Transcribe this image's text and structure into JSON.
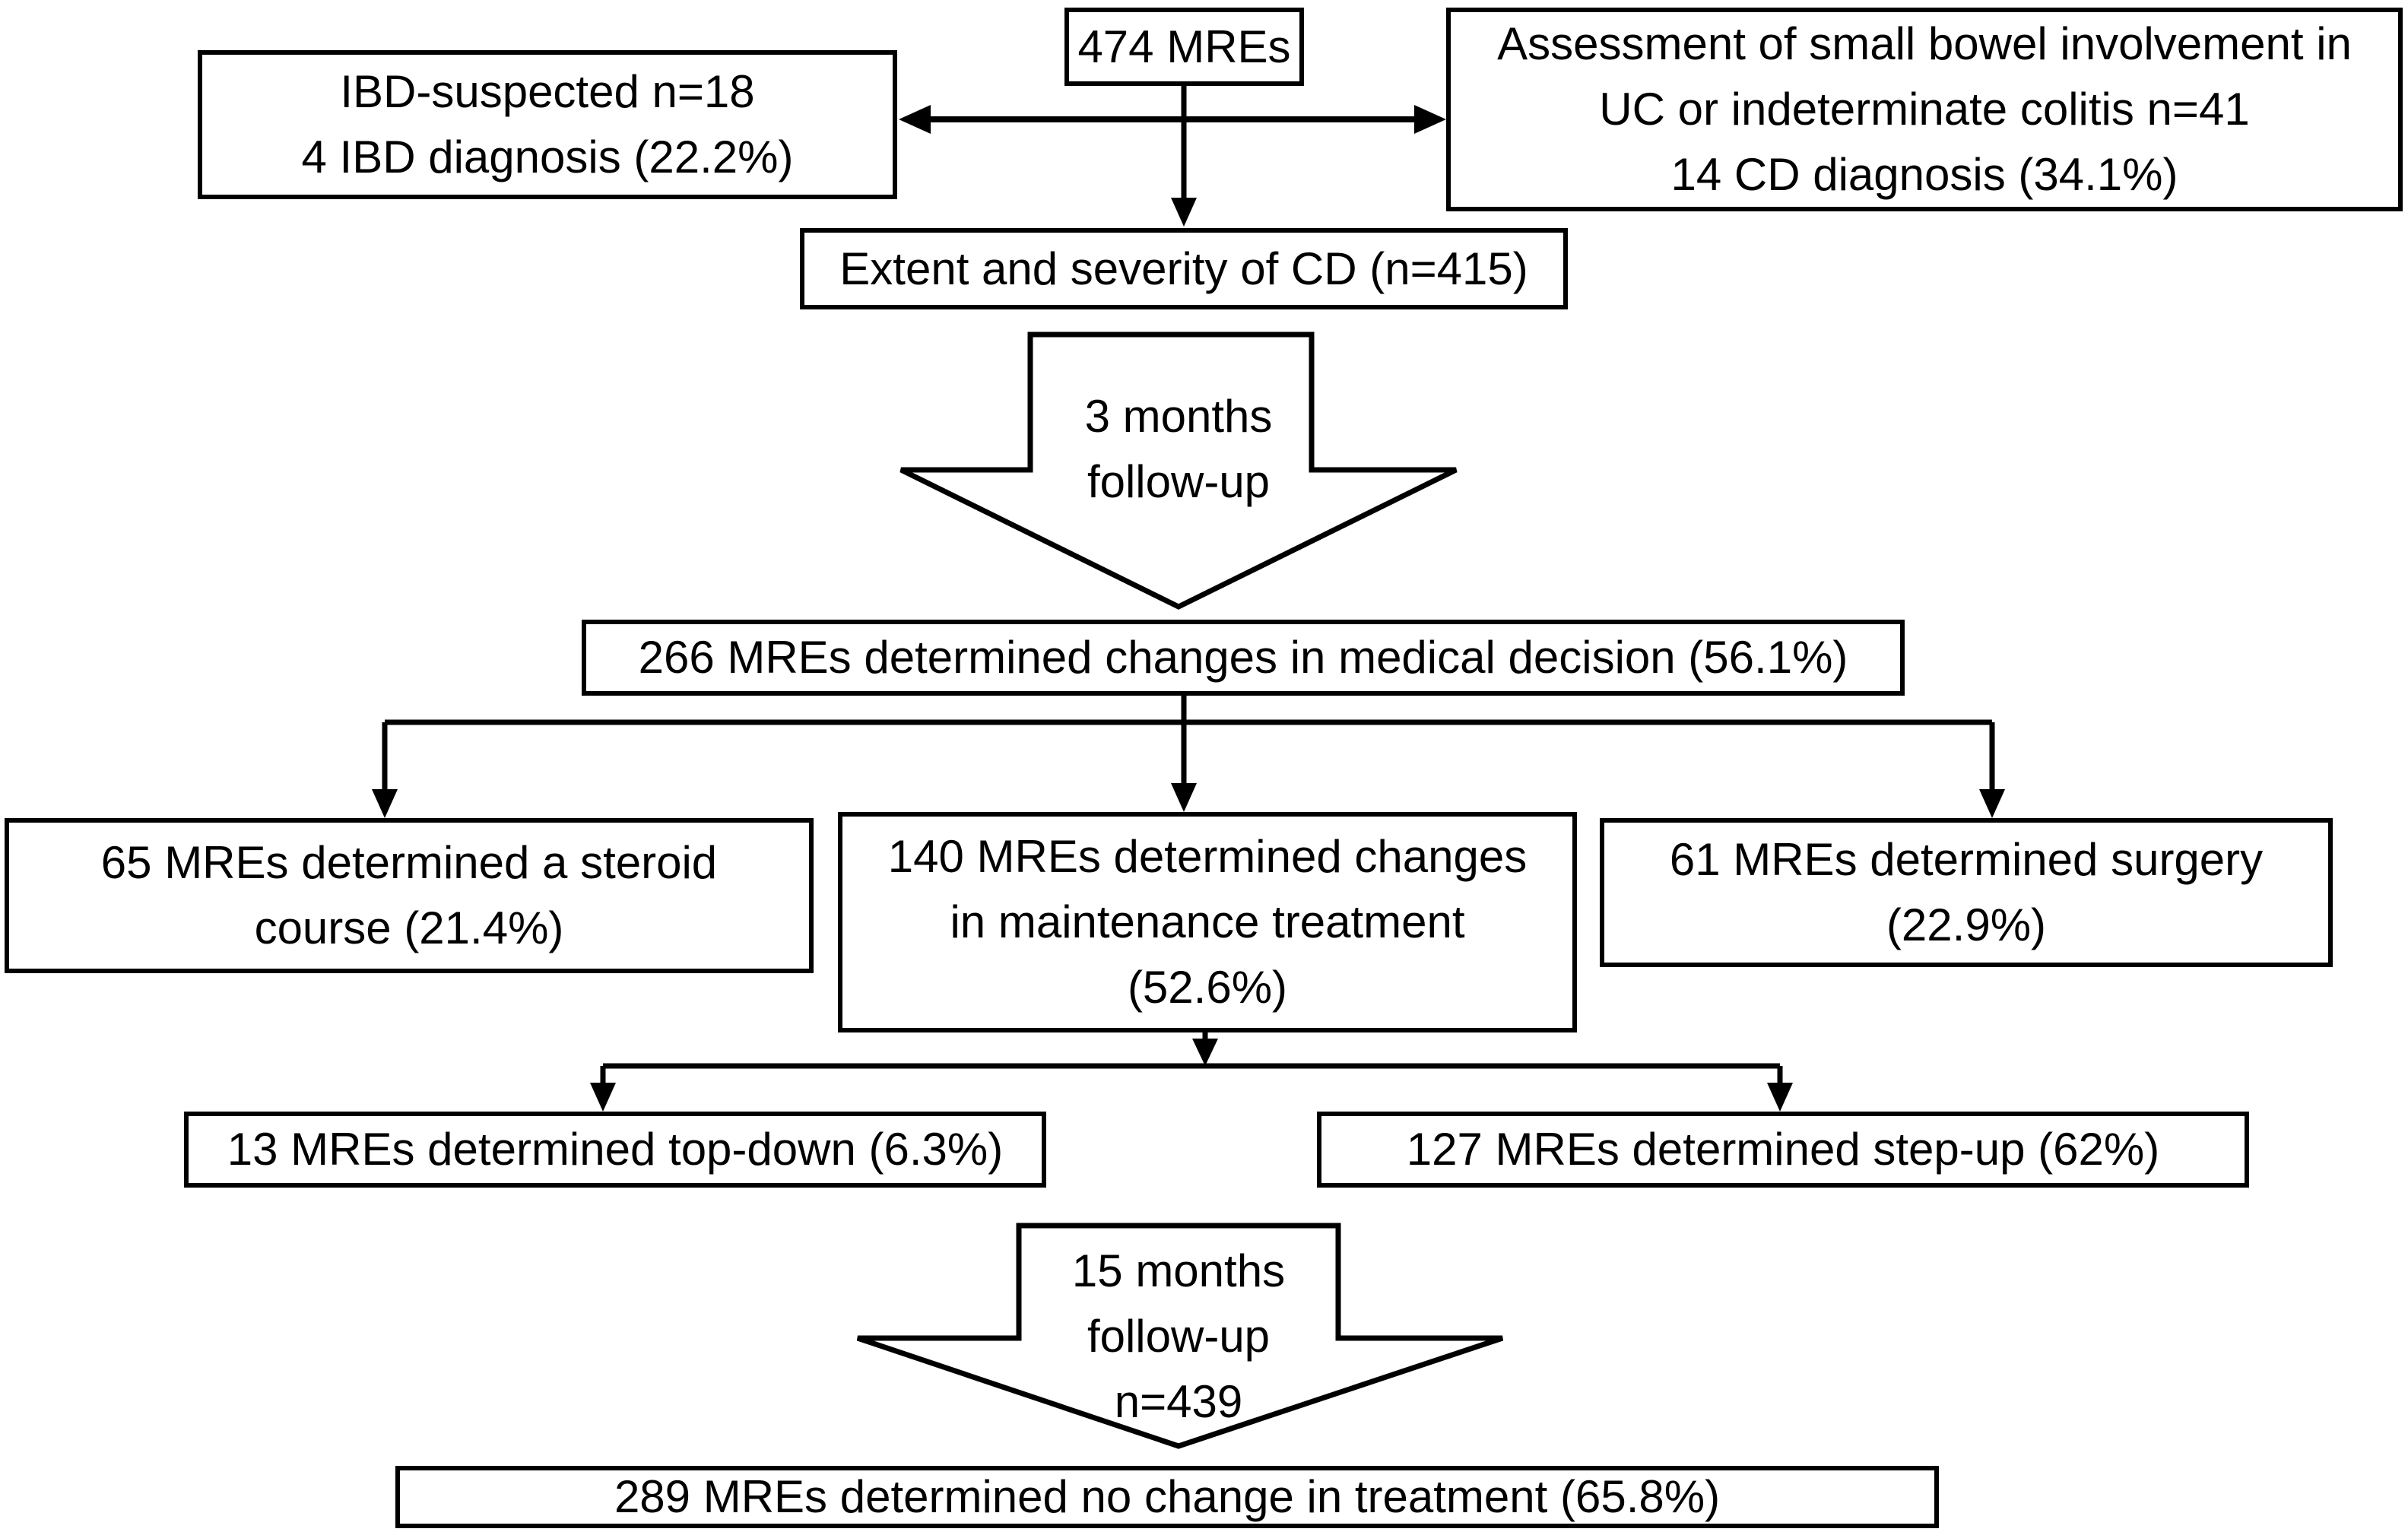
{
  "diagram": {
    "colors": {
      "stroke": "#000000",
      "background": "#ffffff"
    },
    "nodes": {
      "total": {
        "lines": [
          "474 MREs"
        ]
      },
      "ibd_suspected": {
        "lines": [
          "IBD-suspected n=18",
          "4 IBD diagnosis (22.2%)"
        ]
      },
      "uc_assessment": {
        "lines": [
          "Assessment of small bowel involvement in",
          "UC or indeterminate colitis n=41",
          "14 CD diagnosis (34.1%)"
        ]
      },
      "extent_severity": {
        "lines": [
          "Extent and severity of CD (n=415)"
        ]
      },
      "followup_3m": {
        "lines": [
          "3 months",
          "follow-up"
        ]
      },
      "medical_decision": {
        "lines": [
          "266 MREs determined changes in medical decision (56.1%)"
        ]
      },
      "steroid_course": {
        "lines": [
          "65 MREs determined a steroid",
          "course (21.4%)"
        ]
      },
      "maintenance": {
        "lines": [
          "140 MREs determined changes",
          "in maintenance treatment",
          "(52.6%)"
        ]
      },
      "surgery": {
        "lines": [
          "61 MREs determined surgery",
          "(22.9%)"
        ]
      },
      "top_down": {
        "lines": [
          "13 MREs determined top-down (6.3%)"
        ]
      },
      "step_up": {
        "lines": [
          "127 MREs determined step-up (62%)"
        ]
      },
      "followup_15m": {
        "lines": [
          "15 months",
          "follow-up",
          "n=439"
        ]
      },
      "no_change": {
        "lines": [
          "289 MREs determined no change in treatment (65.8%)"
        ]
      }
    },
    "edges": [
      {
        "from": "total",
        "to": "ibd_suspected",
        "style": "double-headed-horizontal"
      },
      {
        "from": "total",
        "to": "uc_assessment",
        "style": "double-headed-horizontal"
      },
      {
        "from": "total",
        "to": "extent_severity",
        "style": "arrow-down"
      },
      {
        "from": "extent_severity",
        "to": "medical_decision",
        "via": "followup_3m",
        "style": "block-arrow-down"
      },
      {
        "from": "medical_decision",
        "to": "steroid_course",
        "style": "arrow-down"
      },
      {
        "from": "medical_decision",
        "to": "maintenance",
        "style": "arrow-down"
      },
      {
        "from": "medical_decision",
        "to": "surgery",
        "style": "arrow-down"
      },
      {
        "from": "maintenance",
        "to": "top_down",
        "style": "arrow-down"
      },
      {
        "from": "maintenance",
        "to": "step_up",
        "style": "arrow-down"
      },
      {
        "from": "top_down",
        "to": "no_change",
        "via": "followup_15m",
        "style": "block-arrow-down"
      },
      {
        "from": "step_up",
        "to": "no_change",
        "via": "followup_15m",
        "style": "block-arrow-down"
      }
    ]
  }
}
